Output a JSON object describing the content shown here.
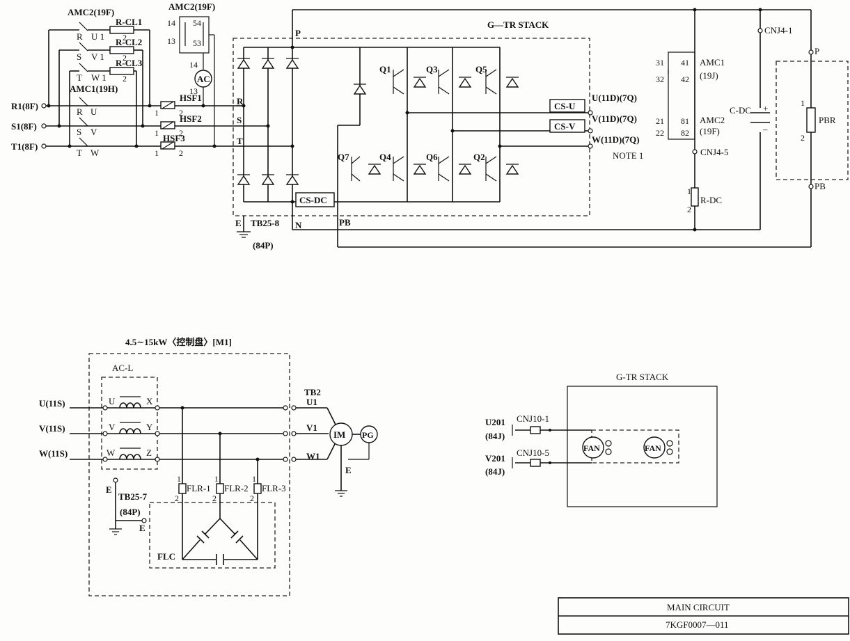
{
  "top": {
    "stack_title": "G—TR STACK",
    "amc2_a": "AMC2(19F)",
    "amc2_b": "AMC2(19F)",
    "amc1_h": "AMC1(19H)",
    "rcl": [
      "R-CL1",
      "R-CL2",
      "R-CL3"
    ],
    "rcl_pin": "2",
    "c1_nums": [
      "U 1",
      "V 1",
      "W 1"
    ],
    "main_nums": [
      "U",
      "V",
      "W"
    ],
    "phase_letters": [
      "R",
      "S",
      "T"
    ],
    "inputs": [
      "R1(8F)",
      "S1(8F)",
      "T1(8F)"
    ],
    "hsf": [
      "HSF1",
      "HSF2",
      "HSF3"
    ],
    "pin1": "1",
    "pin2": "2",
    "ac_coil": "AC",
    "ac_pins": [
      "14",
      "54",
      "13",
      "53",
      "14",
      "13"
    ],
    "stack_terms": [
      "P",
      "R",
      "S",
      "T",
      "N",
      "PB"
    ],
    "transistors": [
      "Q1",
      "Q3",
      "Q5",
      "Q7",
      "Q4",
      "Q6",
      "Q2"
    ],
    "cs": [
      "CS-U",
      "CS-V",
      "CS-DC"
    ],
    "outputs": [
      "U(11D)(7Q)",
      "V(11D)(7Q)",
      "W(11D)(7Q)"
    ],
    "note": "NOTE 1",
    "e_label": "E",
    "tb25_8": "TB25-8",
    "tb25_8_sub": "(84P)",
    "cnj4_1": "CNJ4-1",
    "cnj4_5": "CNJ4-5",
    "amc1_j": [
      "AMC1",
      "(19J)"
    ],
    "amc2_f": [
      "AMC2",
      "(19F)"
    ],
    "contact_pins": [
      "31",
      "41",
      "32",
      "42",
      "21",
      "81",
      "22",
      "82"
    ],
    "cdc": "C-DC",
    "cdc_signs": [
      "+",
      "–"
    ],
    "rdc": "R-DC",
    "pbr": "PBR",
    "p_label": "P",
    "pb_label": "PB"
  },
  "filter": {
    "title": "4.5∼15kW〈控制盘〉[M1]",
    "acl": "AC-L",
    "inputs": [
      "U(11S)",
      "V(11S)",
      "W(11S)"
    ],
    "in_letters": [
      "U",
      "V",
      "W"
    ],
    "out_letters": [
      "X",
      "Y",
      "Z"
    ],
    "tb2": "TB2",
    "tb2_pins": [
      "U1",
      "V1",
      "W1"
    ],
    "im": "IM",
    "pg": "PG",
    "e": "E",
    "flr": [
      "FLR-1",
      "FLR-2",
      "FLR-3"
    ],
    "tb25_7": "TB25-7",
    "tb25_7_sub": "(84P)",
    "flc": "FLC"
  },
  "fan": {
    "title": "G-TR STACK",
    "u201": "U201",
    "v201": "V201",
    "sub": "(84J)",
    "cnj_a": "CNJ10-1",
    "cnj_b": "CNJ10-5",
    "fan": "FAN"
  },
  "titleblock": {
    "title": "MAIN CIRCUIT",
    "code": "7KGF0007—011"
  }
}
